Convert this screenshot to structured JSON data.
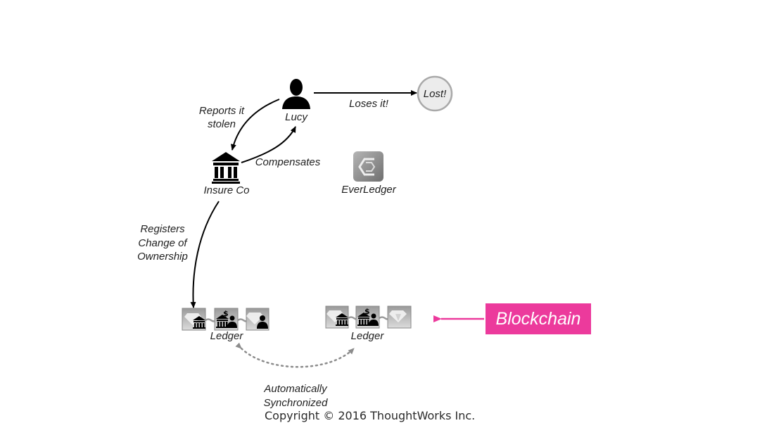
{
  "nodes": {
    "lucy": "Lucy",
    "lost": "Lost!",
    "insure_co": "Insure Co",
    "everledger": "EverLedger",
    "ledger_left": "Ledger",
    "ledger_right": "Ledger"
  },
  "edges": {
    "loses_it": "Loses it!",
    "reports_stolen_1": "Reports it",
    "reports_stolen_2": "stolen",
    "compensates": "Compensates",
    "registers_1": "Registers",
    "registers_2": "Change of",
    "registers_3": "Ownership",
    "sync_1": "Automatically",
    "sync_2": "Synchronized"
  },
  "callout": {
    "label": "Blockchain",
    "color": "#ec3a9c"
  },
  "footer": {
    "copyright": "Copyright © 2016 ThoughtWorks Inc."
  },
  "icons": {
    "person": "person-icon",
    "bank": "bank-icon",
    "everledger_logo": "everledger-logo-icon",
    "diamond": "diamond-icon",
    "money": "money-icon"
  }
}
